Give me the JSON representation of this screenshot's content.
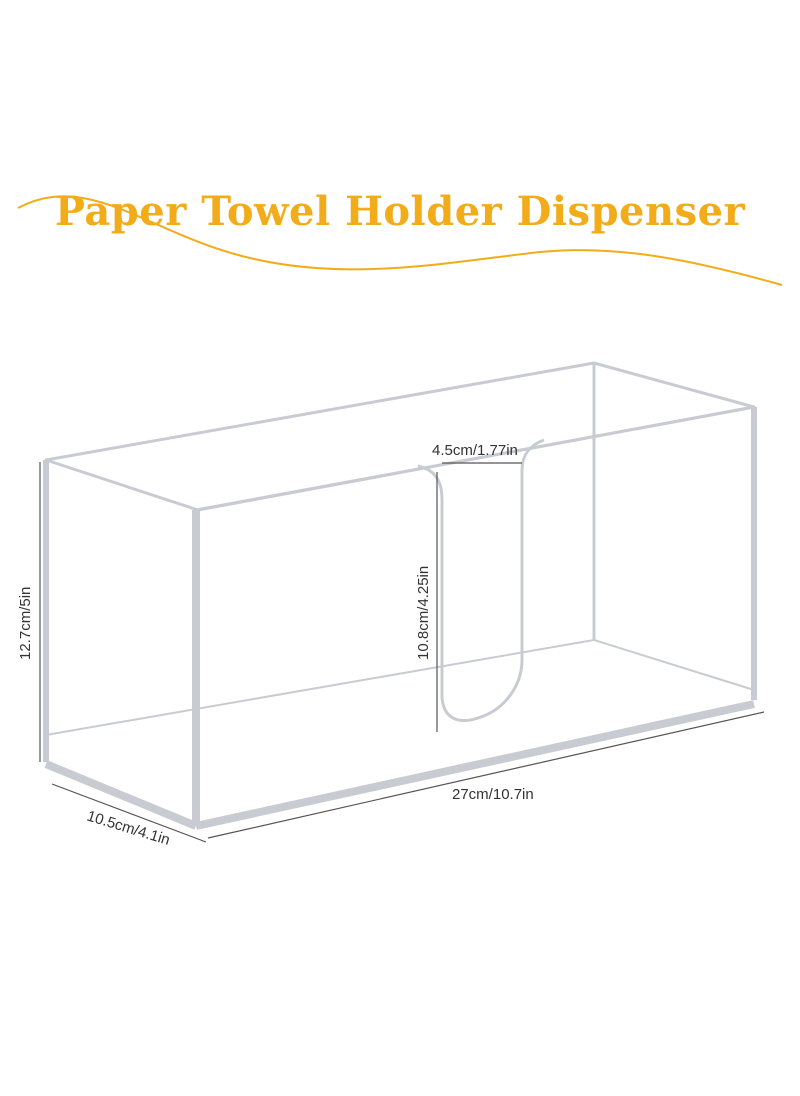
{
  "title": "Paper Towel Holder Dispenser",
  "colors": {
    "accent": "#f2ac1a",
    "edge": "#c8ccd2",
    "dimension": "#555555",
    "text": "#333333"
  },
  "dimensions": {
    "slot_width": "4.5cm/1.77in",
    "slot_height": "10.8cm/4.25in",
    "height": "12.7cm/5in",
    "length": "27cm/10.7in",
    "depth": "10.5cm/4.1in"
  }
}
